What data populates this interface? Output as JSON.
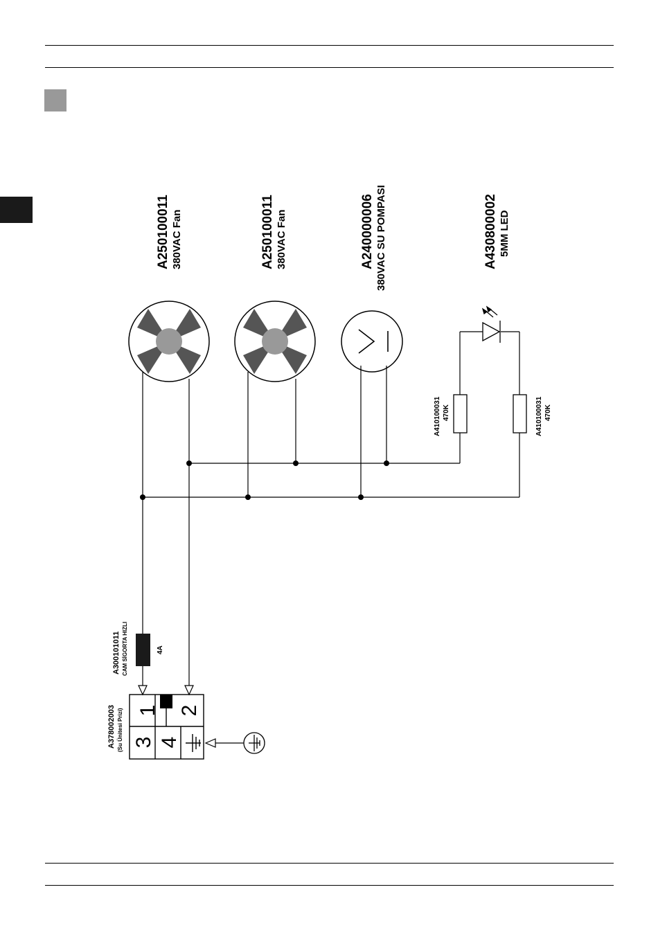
{
  "components": {
    "fan1": {
      "code": "A250100011",
      "desc": "380VAC Fan"
    },
    "fan2": {
      "code": "A250100011",
      "desc": "380VAC Fan"
    },
    "pump": {
      "code": "A240000006",
      "desc": "380VAC SU POMPASI"
    },
    "led": {
      "code": "A430800002",
      "desc": "5MM LED"
    },
    "resistor1": {
      "code": "A410100031",
      "value": "470K"
    },
    "resistor2": {
      "code": "A410100031",
      "value": "470K"
    },
    "fuse": {
      "code": "A300101011",
      "desc": "CAM SİGORTA HIZLI",
      "rating": "4A"
    },
    "socket": {
      "code": "A378002003",
      "desc": "(Su Ünitesi Prizi)",
      "pins": [
        "1",
        "2",
        "3",
        "4"
      ]
    }
  }
}
